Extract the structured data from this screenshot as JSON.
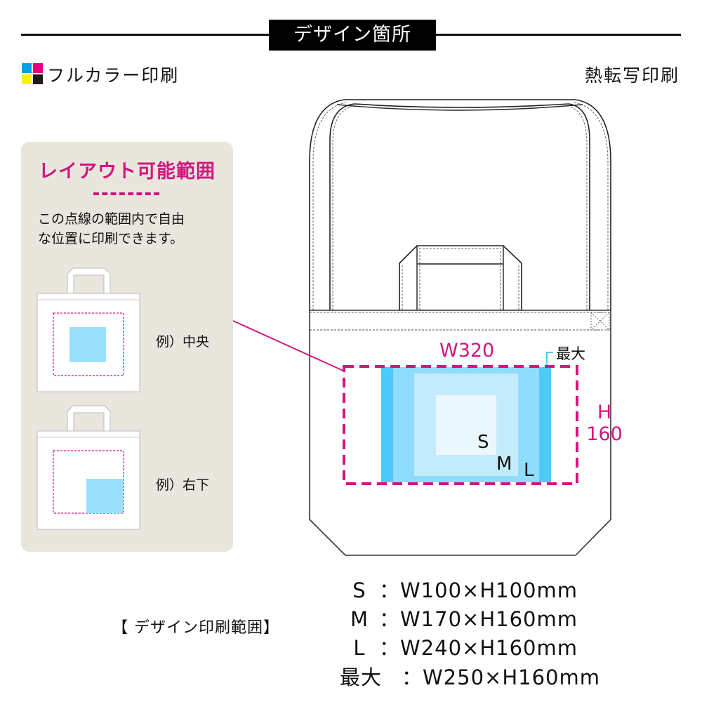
{
  "header": {
    "title": "デザイン箇所",
    "left_method": "フルカラー印刷",
    "right_method": "熱転写印刷",
    "cmyk_colors": [
      "#00a0e9",
      "#e4007f",
      "#fff100",
      "#231815"
    ]
  },
  "layout_panel": {
    "title": "レイアウト可能範囲",
    "description_line1": "この点線の範囲内で自由",
    "description_line2": "な位置に印刷できます。",
    "examples": [
      {
        "label": "例）中央"
      },
      {
        "label": "例）右下"
      }
    ],
    "background": "#e9e6de",
    "accent": "#d4157f"
  },
  "diagram": {
    "width_label": "W320",
    "height_label_line1": "H",
    "height_label_line2": "160",
    "max_label": "最大",
    "size_labels": {
      "s": "S",
      "m": "M",
      "l": "L"
    },
    "colors": {
      "max": "#4fc9f9",
      "l": "#8fdcfc",
      "m": "#c4ebfc",
      "s": "#eaf7fd",
      "dash": "#d4157f"
    }
  },
  "specs": {
    "heading": "【 デザイン印刷範囲】",
    "rows": [
      {
        "size": "S",
        "value": "：W100×H100mm"
      },
      {
        "size": "M",
        "value": "：W170×H160mm"
      },
      {
        "size": "L",
        "value": "：W240×H160mm"
      },
      {
        "size": "最大",
        "value": "：W250×H160mm"
      }
    ]
  }
}
